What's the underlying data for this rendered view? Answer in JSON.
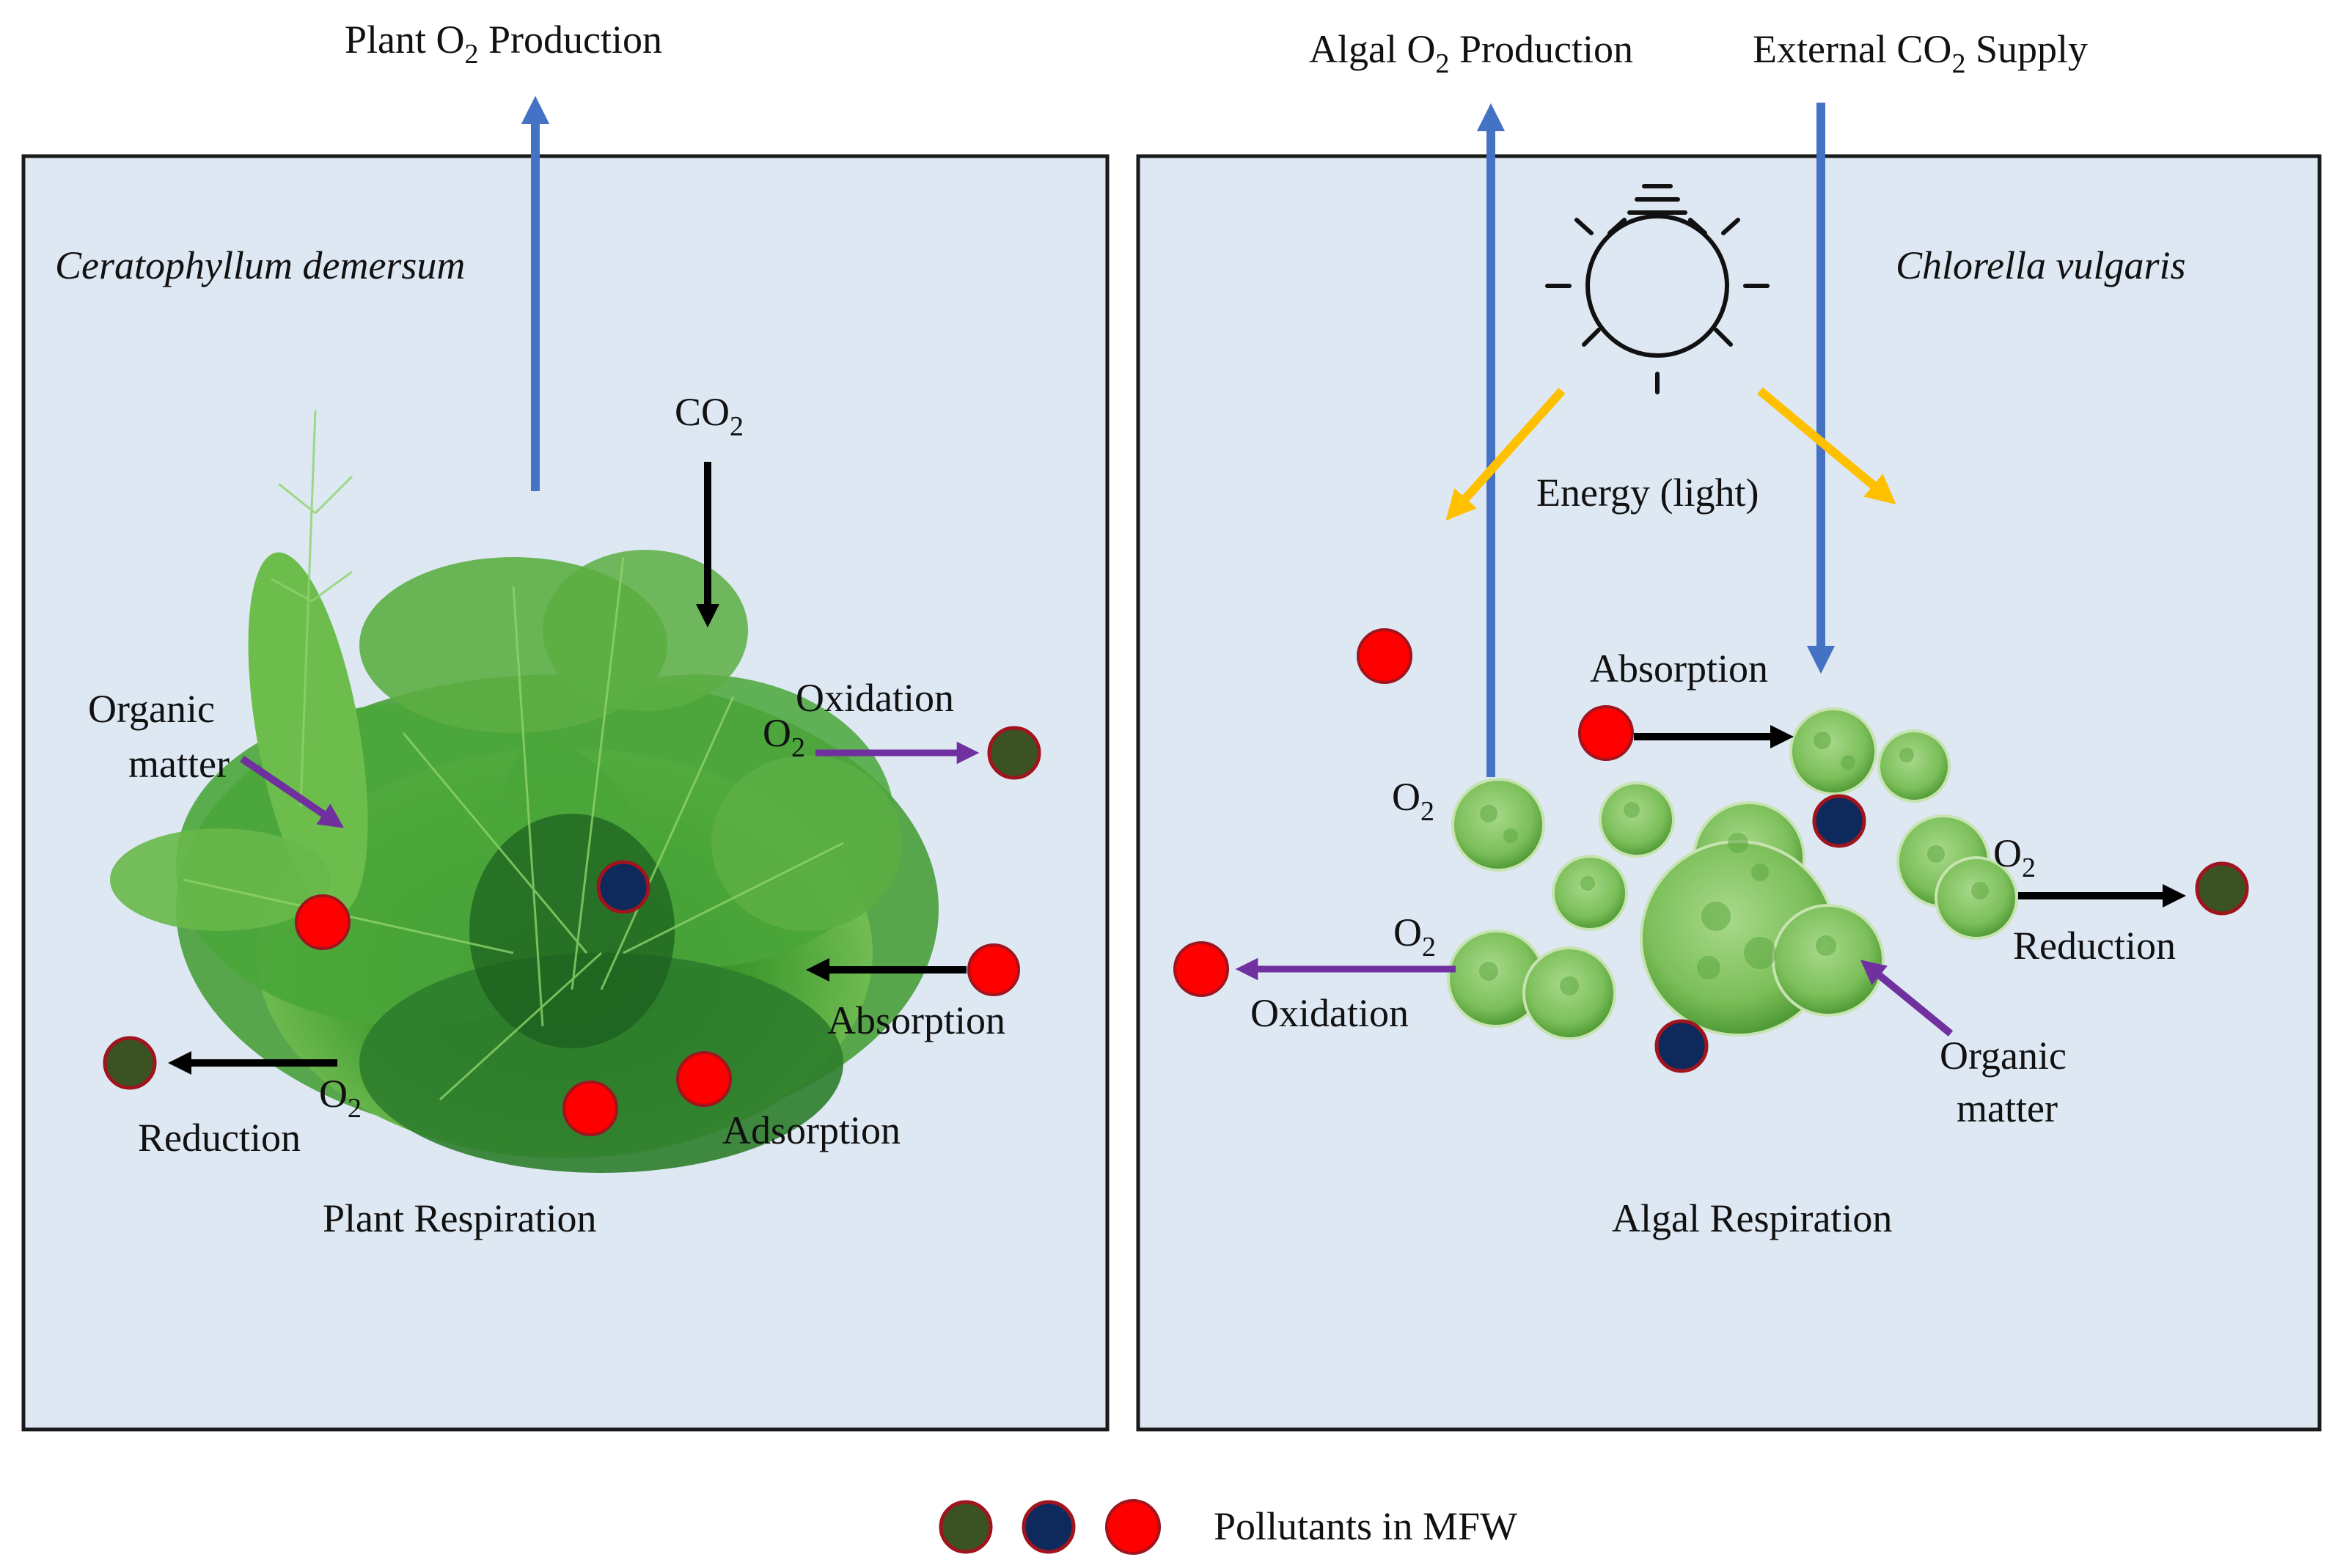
{
  "colors": {
    "panel_fill": "#dde8f3",
    "panel_border": "#1a1a1a",
    "blue_arrow": "#4472c4",
    "yellow_arrow": "#ffc000",
    "purple_arrow": "#7030a0",
    "black_arrow": "#000000",
    "pollutant_red": "#ff0000",
    "pollutant_navy": "#0e2a5c",
    "pollutant_olive": "#3b5323",
    "pollutant_rim": "#a0141e",
    "plant_green": "#3f9a2e",
    "algae_green": "#8cc66a"
  },
  "left_panel": {
    "top_label_pre": "Plant O",
    "top_label_sub": "2",
    "top_label_post": " Production",
    "species": "Ceratophyllum demersum",
    "co2_main": "CO",
    "co2_sub": "2",
    "organic_line1": "Organic",
    "organic_line2": "matter",
    "oxidation": "Oxidation",
    "o2_main": "O",
    "o2_sub": "2",
    "absorption": "Absorption",
    "reduction": "Reduction",
    "adsorption": "Adsorption",
    "respiration": "Plant Respiration"
  },
  "right_panel": {
    "top_label_pre": "Algal O",
    "top_label_sub": "2",
    "top_label_post": " Production",
    "co2_label_pre": "External CO",
    "co2_label_sub": "2",
    "co2_label_post": " Supply",
    "species": "Chlorella vulgaris",
    "energy": "Energy (light)",
    "absorption": "Absorption",
    "o2_main": "O",
    "o2_sub": "2",
    "oxidation": "Oxidation",
    "reduction": "Reduction",
    "organic_line1": "Organic",
    "organic_line2": "matter",
    "respiration": "Algal Respiration",
    "icon": "light-bulb-icon"
  },
  "legend": {
    "label": "Pollutants in MFW"
  }
}
